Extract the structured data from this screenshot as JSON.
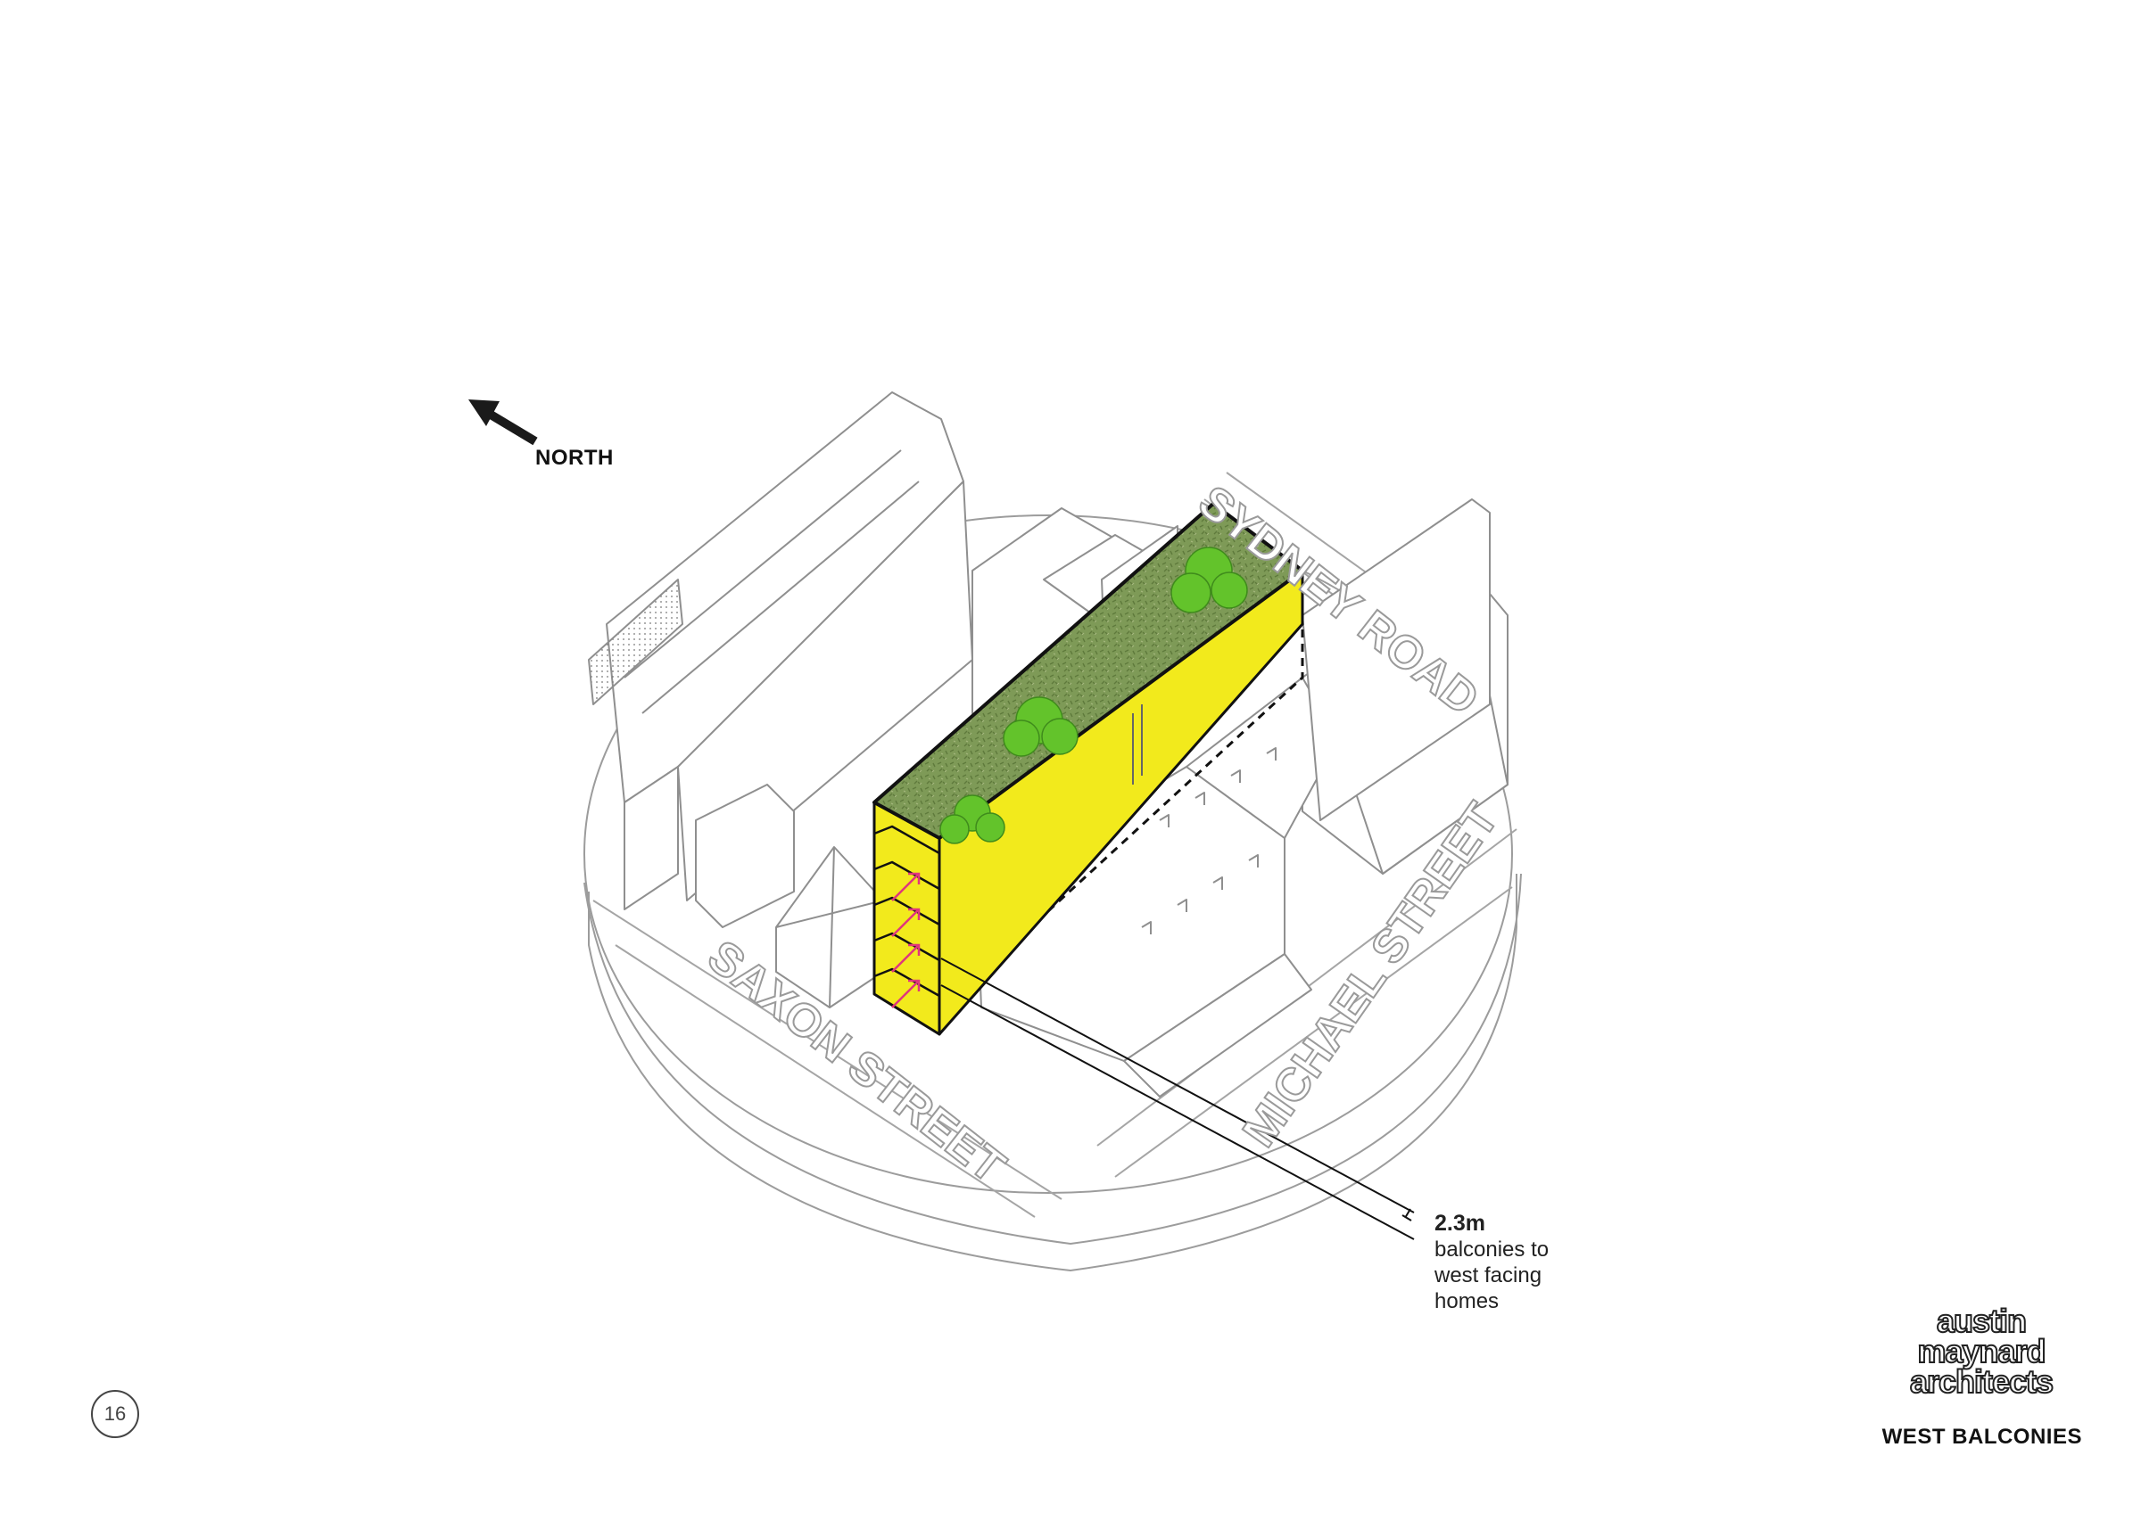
{
  "compass": {
    "label": "NORTH",
    "icon": "north-arrow-icon"
  },
  "streets": {
    "sydney_road": "SYDNEY ROAD",
    "saxon_street": "SAXON STREET",
    "michael_street": "MICHAEL STREET"
  },
  "annotation": {
    "dimension": "2.3m",
    "description": "balconies to west facing homes"
  },
  "page_number": "16",
  "logo_lines": [
    "austin",
    "maynard",
    "architects"
  ],
  "sheet_title": "WEST BALCONIES",
  "colors": {
    "building_yellow": "#f2ea1c",
    "roof_green": "#7f9a58",
    "tree_green": "#62c22a",
    "balcony_arrow": "#e0367c",
    "linework": "#9a9a9a"
  }
}
